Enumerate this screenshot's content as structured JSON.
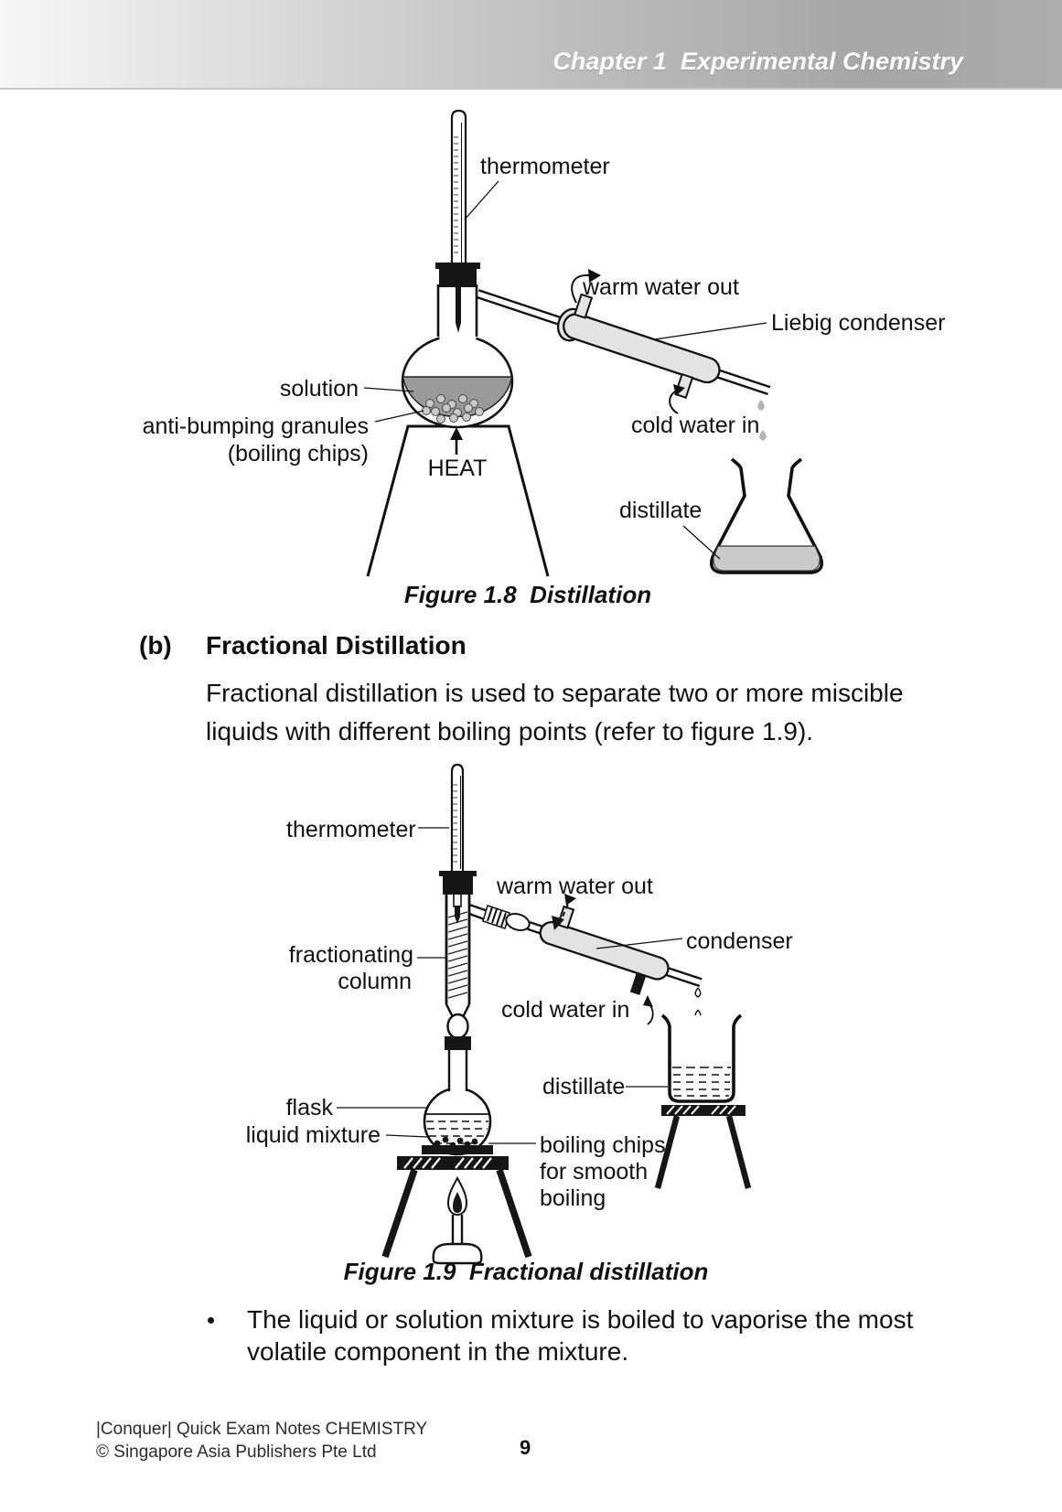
{
  "header": {
    "chapter": "Chapter 1  Experimental Chemistry"
  },
  "fig18": {
    "caption": "Figure 1.8  Distillation",
    "labels": {
      "thermometer": "thermometer",
      "warm_water_out": "warm water out",
      "liebig_condenser": "Liebig condenser",
      "solution": "solution",
      "granules_line1": "anti-bumping granules",
      "granules_line2": "(boiling chips)",
      "heat": "HEAT",
      "cold_water_in": "cold water in",
      "distillate": "distillate"
    }
  },
  "section_b": {
    "marker": "(b)",
    "heading": "Fractional Distillation",
    "body_line1": "Fractional distillation is used to separate two or more miscible",
    "body_line2": "liquids with different boiling points (refer to figure 1.9)."
  },
  "fig19": {
    "caption": "Figure 1.9  Fractional distillation",
    "labels": {
      "thermometer": "thermometer",
      "warm_water_out": "warm water out",
      "condenser": "condenser",
      "cold_water_in": "cold water in",
      "fractionating_line1": "fractionating",
      "fractionating_line2": "column",
      "flask": "flask",
      "liquid_mixture": "liquid mixture",
      "distillate": "distillate",
      "chips_line1": "boiling chips",
      "chips_line2": "for smooth",
      "chips_line3": "boiling"
    }
  },
  "bullet": {
    "marker": "•",
    "line1": "The liquid or solution mixture is boiled to vaporise the most",
    "line2": "volatile component in the mixture."
  },
  "footer": {
    "imprint_line1": "|Conquer| Quick Exam Notes CHEMISTRY",
    "imprint_line2": "© Singapore Asia Publishers Pte Ltd",
    "page_number": "9"
  }
}
